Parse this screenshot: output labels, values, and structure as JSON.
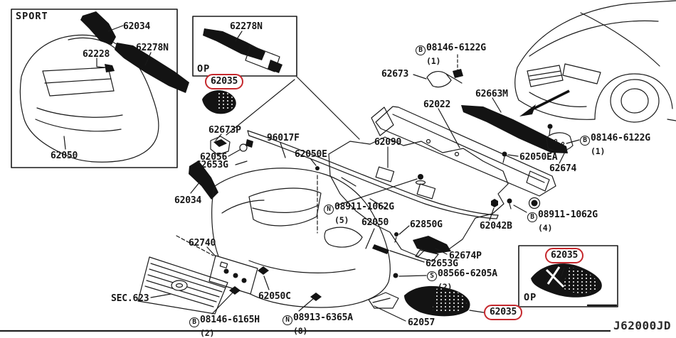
{
  "diagram": {
    "code": "J62000JD",
    "description": "front bumper exploded parts diagram",
    "highlighted_part": "62035",
    "highlight_color": "#c5282d",
    "line_color": "#1a1a1a",
    "background": "#ffffff"
  },
  "boxes": {
    "sport_title": "SPORT",
    "op_top_title": "OP",
    "op_bottom_title": "OP"
  },
  "fastener_symbols": {
    "B": "bolt",
    "N": "nut",
    "S": "screw"
  },
  "labels": [
    {
      "text": "SPORT",
      "role": "box-title"
    },
    {
      "text": "62034"
    },
    {
      "text": "62278N"
    },
    {
      "text": "62228"
    },
    {
      "text": "62278N"
    },
    {
      "text": "OP",
      "role": "box-title"
    },
    {
      "text": "62035",
      "highlighted": true
    },
    {
      "text": "62673P"
    },
    {
      "text": "96017F"
    },
    {
      "text": "62050E"
    },
    {
      "text": "62056"
    },
    {
      "text": "62653G"
    },
    {
      "text": "62034"
    },
    {
      "text": "62050"
    },
    {
      "text": "08146-6122G",
      "prefix": "B",
      "qty": "(1)"
    },
    {
      "text": "62673"
    },
    {
      "text": "62022"
    },
    {
      "text": "62663M"
    },
    {
      "text": "08146-6122G",
      "prefix": "B",
      "qty": "(1)"
    },
    {
      "text": "62050EA"
    },
    {
      "text": "62674"
    },
    {
      "text": "62090"
    },
    {
      "text": "08911-1062G",
      "prefix": "N",
      "qty": "(5)"
    },
    {
      "text": "62050"
    },
    {
      "text": "62850G"
    },
    {
      "text": "62042B"
    },
    {
      "text": "08911-1062G",
      "prefix": "B",
      "qty": "(4)"
    },
    {
      "text": "62740"
    },
    {
      "text": "SEC.623"
    },
    {
      "text": "62050C"
    },
    {
      "text": "08146-6165H",
      "prefix": "B",
      "qty": "(2)"
    },
    {
      "text": "08913-6365A",
      "prefix": "N",
      "qty": "(8)"
    },
    {
      "text": "62057"
    },
    {
      "text": "62653G"
    },
    {
      "text": "62674P"
    },
    {
      "text": "08566-6205A",
      "prefix": "S",
      "qty": "(2)"
    },
    {
      "text": "62035",
      "highlighted": true
    },
    {
      "text": "62035",
      "highlighted": true
    },
    {
      "text": "OP",
      "role": "box-title"
    },
    {
      "text": "J62000JD",
      "role": "diagram-code"
    }
  ]
}
